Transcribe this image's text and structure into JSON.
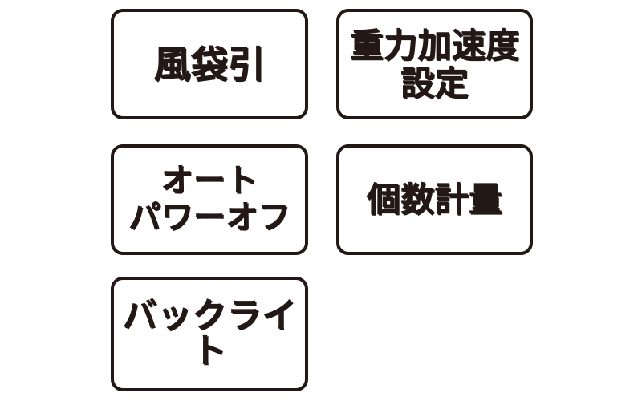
{
  "panel": {
    "background_color": "#ffffff",
    "ink_color": "#231815",
    "border_color": "#231815"
  },
  "buttons": [
    {
      "id": "tare",
      "name": "tare-button",
      "label": "風袋引",
      "lines": [
        "風袋引"
      ],
      "row": 1,
      "column": 1
    },
    {
      "id": "gravity",
      "name": "gravity-setting-button",
      "label": "重力加速度\n設定",
      "lines": [
        "重力加速度",
        "設定"
      ],
      "row": 1,
      "column": 2
    },
    {
      "id": "auto_power_off",
      "name": "auto-power-off-button",
      "label": "オート\nパワーオフ",
      "lines": [
        "オート",
        "パワーオフ"
      ],
      "row": 2,
      "column": 1
    },
    {
      "id": "count",
      "name": "piece-counting-button",
      "label": "個数計量",
      "lines": [
        "個数計量"
      ],
      "row": 2,
      "column": 2
    },
    {
      "id": "backlight",
      "name": "backlight-button",
      "label": "バックライト",
      "lines": [
        "バックライト"
      ],
      "row": 3,
      "column": 1
    }
  ]
}
